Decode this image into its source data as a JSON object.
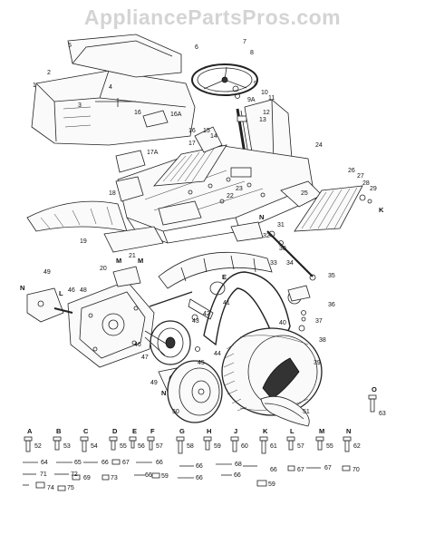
{
  "watermark": "AppliancePartsPros.com",
  "parts_labels": [
    "1",
    "2",
    "3",
    "4",
    "5",
    "6",
    "7",
    "8",
    "9",
    "9A",
    "10",
    "11",
    "12",
    "13",
    "14",
    "15",
    "16",
    "16A",
    "17",
    "17A",
    "18",
    "19",
    "20",
    "21",
    "22",
    "23",
    "24",
    "25",
    "26",
    "27",
    "28",
    "29",
    "30",
    "31",
    "32",
    "33",
    "34",
    "35",
    "36",
    "37",
    "38",
    "39",
    "40",
    "41",
    "42",
    "43",
    "44",
    "45",
    "46",
    "47",
    "48",
    "49",
    "50",
    "51",
    "52",
    "53",
    "54",
    "55",
    "56",
    "57",
    "58",
    "59",
    "60",
    "61",
    "62",
    "63",
    "64",
    "65",
    "66",
    "67",
    "68",
    "69",
    "70",
    "71",
    "72",
    "73",
    "74",
    "75",
    "K",
    "M",
    "N",
    "L",
    "E"
  ],
  "hardware_columns": [
    {
      "letter": "A",
      "number": "52"
    },
    {
      "letter": "B",
      "number": "53"
    },
    {
      "letter": "C",
      "number": "54"
    },
    {
      "letter": "D",
      "number": "55"
    },
    {
      "letter": "E",
      "number": "56"
    },
    {
      "letter": "F",
      "number": "57"
    },
    {
      "letter": "G",
      "number": "58"
    },
    {
      "letter": "H",
      "number": "59"
    },
    {
      "letter": "J",
      "number": "60"
    },
    {
      "letter": "K",
      "number": "61"
    },
    {
      "letter": "L",
      "number": "57"
    },
    {
      "letter": "M",
      "number": "55"
    },
    {
      "letter": "N",
      "number": "62"
    }
  ],
  "hardware_extra": {
    "letter": "O",
    "number": "63"
  }
}
